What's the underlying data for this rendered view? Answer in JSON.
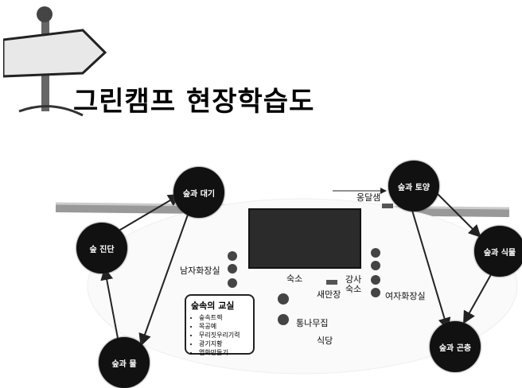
{
  "title": "그린캠프 현장학습도",
  "stations": [
    {
      "key": "s1",
      "label": "숲 진단"
    },
    {
      "key": "s2",
      "label": "숲과 대기"
    },
    {
      "key": "s3",
      "label": "숲과 토양"
    },
    {
      "key": "s4",
      "label": "숲과 식물"
    },
    {
      "key": "s5",
      "label": "숲과 곤충"
    },
    {
      "key": "s6",
      "label": "숲과 물"
    }
  ],
  "places": {
    "yongdalsaem": "옹달샘",
    "men_bath": "남자화장실",
    "lodging": "숙소",
    "instructor_lodging": "강사 숙소",
    "saemantang": "새만장",
    "women_bath": "여자화장실",
    "tree_house": "통나무집",
    "cafeteria": "식당"
  },
  "infobox": {
    "title": "숲속의 교실",
    "items": [
      "숲속트렉",
      "목공예",
      "무리짓우리기력",
      "광기지황",
      "엽화만들기"
    ]
  },
  "colors": {
    "station": "#111111",
    "road": "#8a8a8a",
    "arrow": "#222222"
  }
}
